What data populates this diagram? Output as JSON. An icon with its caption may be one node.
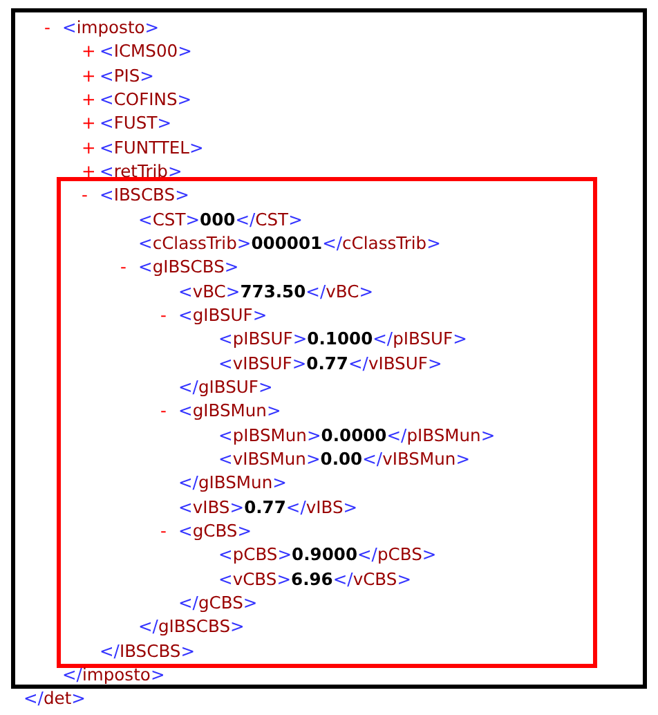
{
  "diagram": {
    "labels": [
      "- <imposto>",
      "+ <ICMS00>",
      "+ <PIS>",
      "+ <COFINS>",
      "+ <FUST>",
      "+ <FUNTTEL>",
      "+ <retTrib>",
      "- <IBSCBS>",
      "<CST>**000**</CST>",
      "<cClassTrib>**000001**</cClassTrib>",
      "- <gIBSCBS>",
      "<vBC>**773.50**</vBC>",
      "- <gIBSUF>",
      "<pIBSUF>**0.1000**</pIBSUF>",
      "<vIBSUF>**0.77**</vIBSUF>",
      "</gIBSUF>",
      "- <gIBSMun>",
      "<pIBSMun>**0.0000**</pIBSMun>",
      "<vIBSMun>**0.00**</vIBSMun>",
      "</gIBSMun>",
      "<vIBS>**0.77**</vIBS>",
      "- <gCBS>",
      "<pCBS>**0.9000**</pCBS>",
      "<vCBS>**6.96**</vCBS>",
      "</gCBS>",
      "</gIBSCBS>",
      "</IBSCBS>",
      "</imposto>",
      "</det>"
    ]
  }
}
